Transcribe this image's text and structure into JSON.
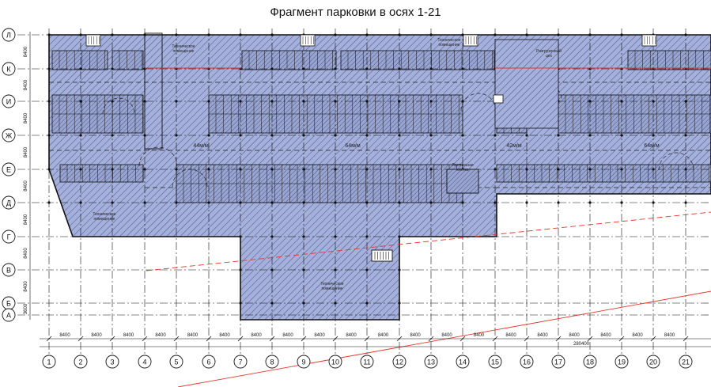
{
  "title": "Фрагмент парковки в осях 1-21",
  "columns": [
    "1",
    "2",
    "3",
    "4",
    "5",
    "6",
    "7",
    "8",
    "9",
    "10",
    "11",
    "12",
    "13",
    "14",
    "15",
    "16",
    "17",
    "18",
    "19",
    "20",
    "21"
  ],
  "rows": [
    "Л",
    "К",
    "И",
    "Ж",
    "Е",
    "Д",
    "Г",
    "В",
    "Б",
    "А"
  ],
  "bay_dims": [
    "8400",
    "8400",
    "8400",
    "8400",
    "8400",
    "8400",
    "8400",
    "8400",
    "8400",
    "8400",
    "8400",
    "8400",
    "8400",
    "8400",
    "8400",
    "8400",
    "8400",
    "8400",
    "8400",
    "8400"
  ],
  "total_dim": "280400",
  "row_dims": [
    "8400",
    "8400",
    "8400",
    "8400",
    "8400",
    "8400",
    "8400",
    "8400",
    "3600"
  ],
  "rooms": {
    "tech_top": "Техническое помещение",
    "tech_mid": "Техническое помещение",
    "tech_left": "Техническое помещение",
    "tech_south": "Техническое помещение",
    "unloading": "Разгрузочный цех",
    "stair_core": "Лестничная клетка"
  },
  "speeds": [
    "44м/м",
    "64м/м",
    "42м/м",
    "64м/м"
  ],
  "colors": {
    "fill": "#a4b0dc",
    "hatch": "#3a4a8a",
    "parking_fill": "#8d98bf",
    "grid": "#000000",
    "section_line": "#e8332b"
  }
}
